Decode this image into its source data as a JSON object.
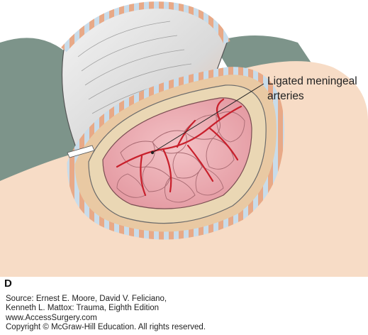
{
  "figure": {
    "panel_label": "D",
    "callout": {
      "line1": "Ligated meningeal",
      "line2": "arteries"
    }
  },
  "source": {
    "line1": "Source: Ernest E. Moore, David V. Feliciano,",
    "line2": "Kenneth L. Mattox: Trauma, Eighth Edition",
    "line3": "www.AccessSurgery.com",
    "line4": "Copyright © McGraw-Hill Education. All rights reserved."
  },
  "colors": {
    "scalp_skin": "#f7dcc6",
    "hair_background": "#7d948a",
    "brain": "#eeaeb5",
    "vessels": "#c8202c",
    "dura_border": "#7aa6c8",
    "bone_flap": "#dcdcdc"
  }
}
